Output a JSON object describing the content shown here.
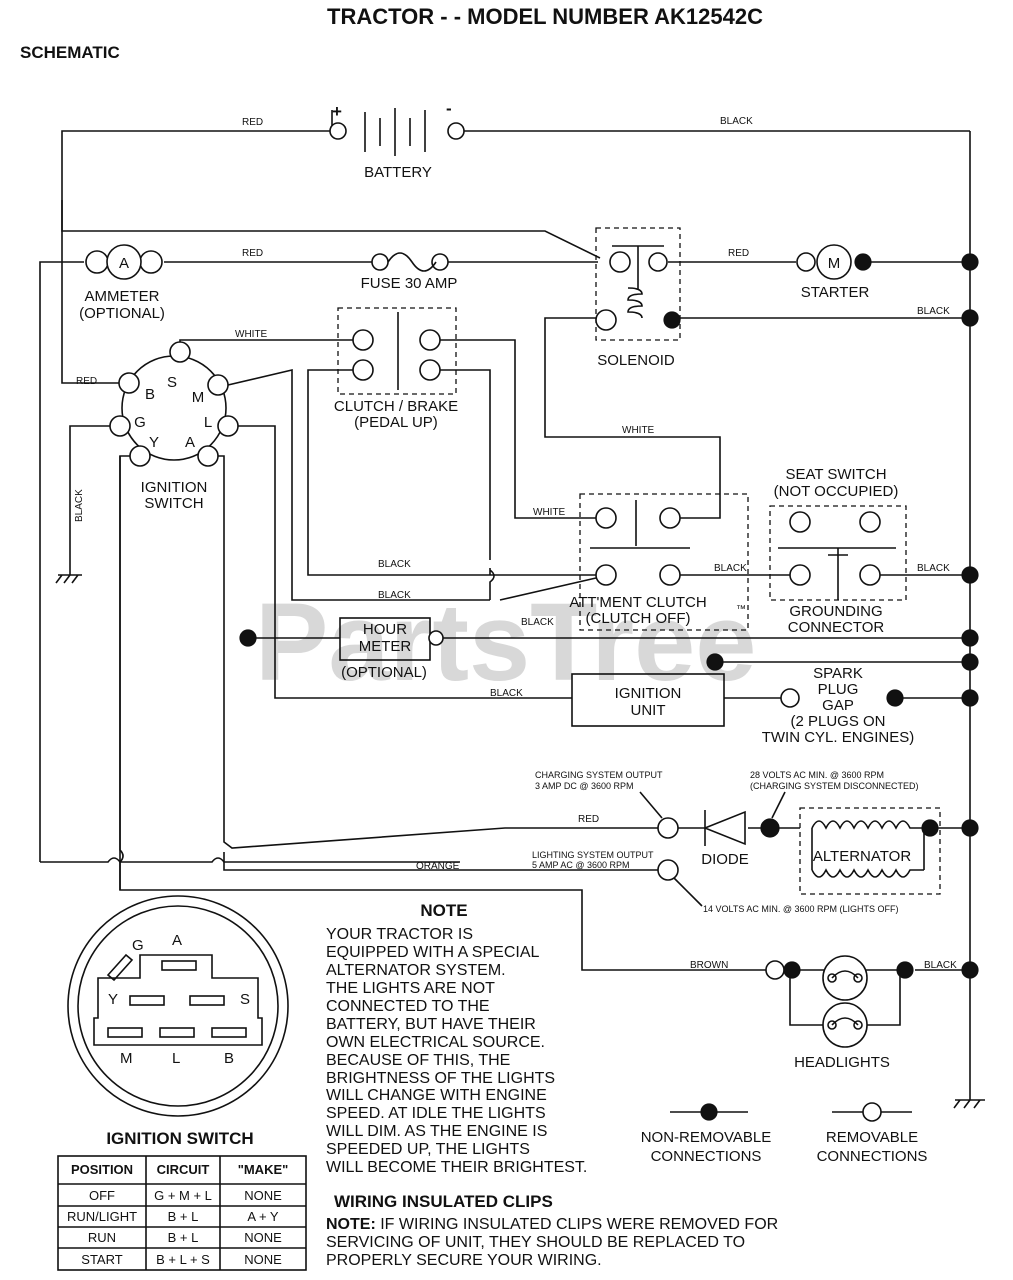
{
  "title": "TRACTOR - - MODEL NUMBER AK12542C",
  "subtitle": "SCHEMATIC",
  "watermark": "PartsTree",
  "watermark_tm": "™",
  "components": {
    "battery": "BATTERY",
    "battery_plus": "+",
    "battery_minus": "-",
    "ammeter_symbol": "A",
    "ammeter": [
      "AMMETER",
      "(OPTIONAL)"
    ],
    "fuse": "FUSE 30 AMP",
    "starter_symbol": "M",
    "starter": "STARTER",
    "solenoid": "SOLENOID",
    "clutch_brake": [
      "CLUTCH / BRAKE",
      "(PEDAL UP)"
    ],
    "ignition_switch": [
      "IGNITION",
      "SWITCH"
    ],
    "switch_terminals": [
      "B",
      "S",
      "M",
      "G",
      "L",
      "Y",
      "A"
    ],
    "seat_switch": [
      "SEAT SWITCH",
      "(NOT OCCUPIED)"
    ],
    "attachment_clutch": [
      "ATT'MENT CLUTCH",
      "(CLUTCH OFF)"
    ],
    "grounding_connector": [
      "GROUNDING",
      "CONNECTOR"
    ],
    "hour_meter": [
      "HOUR",
      "METER"
    ],
    "hour_meter_optional": "(OPTIONAL)",
    "ignition_unit": [
      "IGNITION",
      "UNIT"
    ],
    "spark_plug": [
      "SPARK",
      "PLUG",
      "GAP",
      "(2 PLUGS ON",
      "TWIN CYL. ENGINES)"
    ],
    "diode": "DIODE",
    "alternator": "ALTERNATOR",
    "headlights": "HEADLIGHTS"
  },
  "wires": {
    "red": "RED",
    "black": "BLACK",
    "white": "WHITE",
    "orange": "ORANGE",
    "brown": "BROWN"
  },
  "specs": {
    "charging_output": [
      "CHARGING SYSTEM OUTPUT",
      "3 AMP DC @ 3600 RPM"
    ],
    "volts_28": [
      "28 VOLTS AC MIN. @ 3600 RPM",
      "(CHARGING SYSTEM DISCONNECTED)"
    ],
    "lighting_output": [
      "LIGHTING SYSTEM OUTPUT",
      "5 AMP AC @ 3600 RPM"
    ],
    "volts_14": "14 VOLTS AC MIN. @ 3600 RPM (LIGHTS OFF)"
  },
  "note": {
    "heading": "NOTE",
    "lines": [
      "YOUR TRACTOR IS",
      "EQUIPPED WITH A SPECIAL",
      "ALTERNATOR SYSTEM.",
      "THE LIGHTS ARE NOT",
      "CONNECTED TO THE",
      "BATTERY, BUT HAVE THEIR",
      "OWN ELECTRICAL SOURCE.",
      "BECAUSE OF THIS, THE",
      "BRIGHTNESS OF THE LIGHTS",
      "WILL CHANGE WITH ENGINE",
      "SPEED.  AT IDLE THE LIGHTS",
      "WILL DIM.  AS THE ENGINE IS",
      "SPEEDED UP, THE LIGHTS",
      "WILL BECOME THEIR BRIGHTEST."
    ]
  },
  "legend": {
    "non_removable": [
      "NON-REMOVABLE",
      "CONNECTIONS"
    ],
    "removable": [
      "REMOVABLE",
      "CONNECTIONS"
    ]
  },
  "switch_diagram": {
    "title": "IGNITION SWITCH",
    "letters": [
      "G",
      "A",
      "Y",
      "S",
      "M",
      "L",
      "B"
    ]
  },
  "switch_table": {
    "headers": [
      "POSITION",
      "CIRCUIT",
      "\"MAKE\""
    ],
    "rows": [
      [
        "OFF",
        "G + M + L",
        "NONE"
      ],
      [
        "RUN/LIGHT",
        "B + L",
        "A + Y"
      ],
      [
        "RUN",
        "B + L",
        "NONE"
      ],
      [
        "START",
        "B + L + S",
        "NONE"
      ]
    ]
  },
  "clips": {
    "heading": "WIRING INSULATED CLIPS",
    "note_label": "NOTE:",
    "note_lines": [
      " IF WIRING INSULATED CLIPS WERE REMOVED FOR",
      "SERVICING OF UNIT, THEY SHOULD BE REPLACED TO",
      "PROPERLY SECURE YOUR WIRING."
    ]
  }
}
